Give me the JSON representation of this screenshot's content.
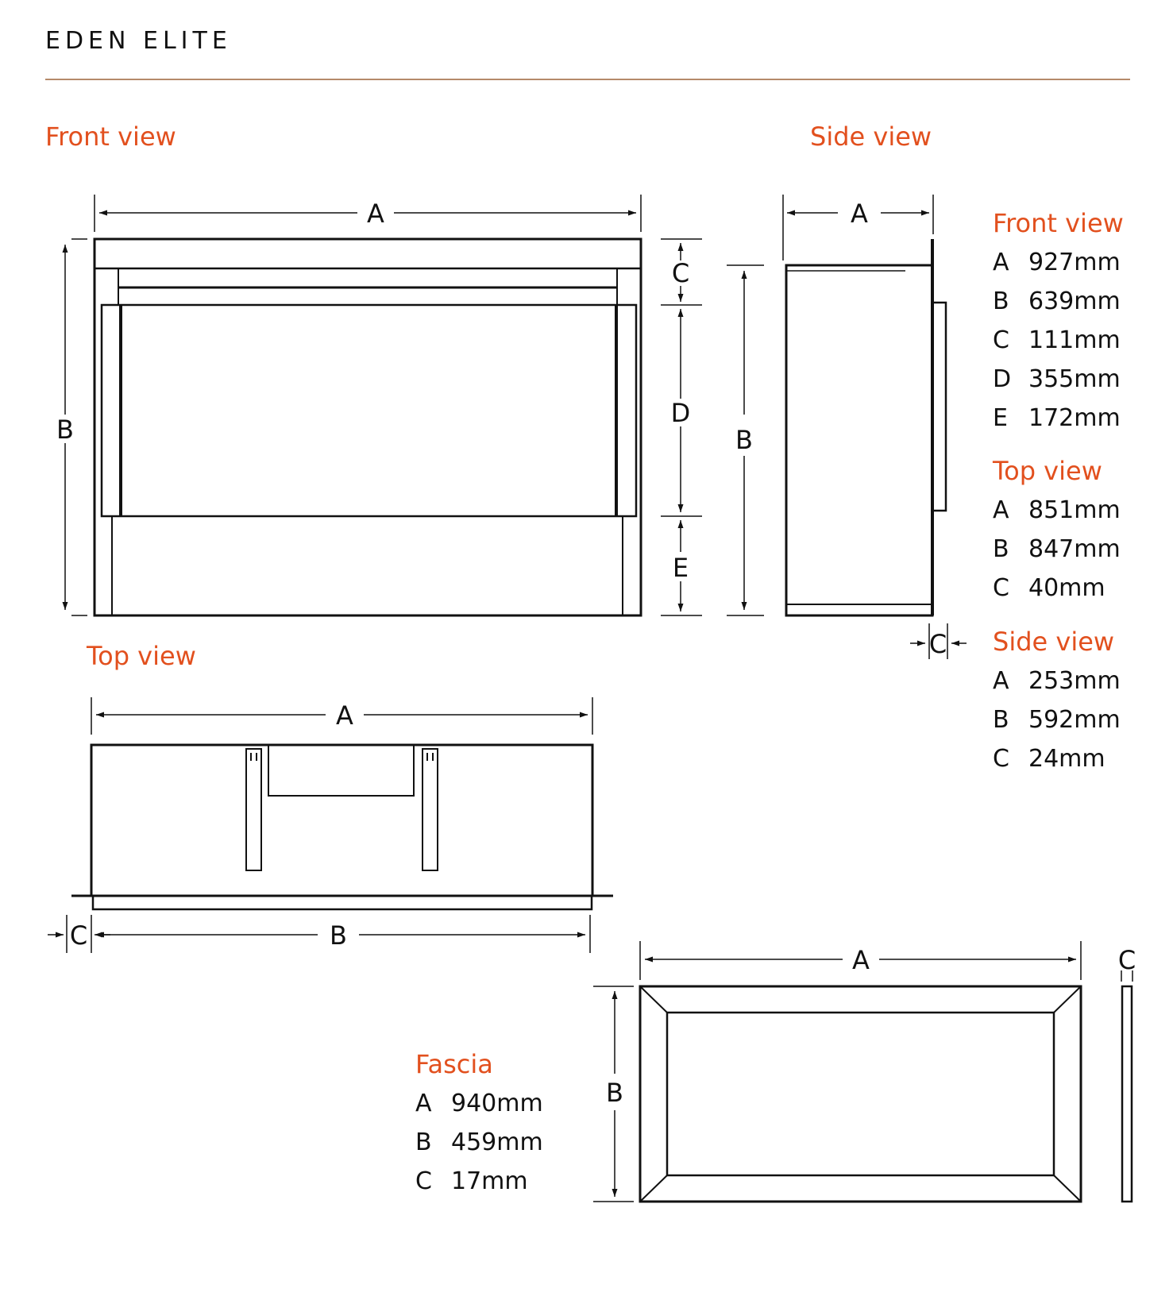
{
  "title": "EDEN ELITE",
  "headings": {
    "front_view": "Front view",
    "side_view": "Side view",
    "top_view": "Top view"
  },
  "dim_labels": {
    "a": "A",
    "b": "B",
    "c": "C",
    "d": "D",
    "e": "E"
  },
  "specs": {
    "front": {
      "heading": "Front view",
      "rows": [
        {
          "key": "A",
          "value": "927mm"
        },
        {
          "key": "B",
          "value": "639mm"
        },
        {
          "key": "C",
          "value": "111mm"
        },
        {
          "key": "D",
          "value": "355mm"
        },
        {
          "key": "E",
          "value": "172mm"
        }
      ]
    },
    "top": {
      "heading": "Top view",
      "rows": [
        {
          "key": "A",
          "value": "851mm"
        },
        {
          "key": "B",
          "value": "847mm"
        },
        {
          "key": "C",
          "value": "40mm"
        }
      ]
    },
    "side": {
      "heading": "Side view",
      "rows": [
        {
          "key": "A",
          "value": "253mm"
        },
        {
          "key": "B",
          "value": "592mm"
        },
        {
          "key": "C",
          "value": "24mm"
        }
      ]
    },
    "fascia": {
      "heading": "Fascia",
      "rows": [
        {
          "key": "A",
          "value": "940mm"
        },
        {
          "key": "B",
          "value": "459mm"
        },
        {
          "key": "C",
          "value": "17mm"
        }
      ]
    }
  },
  "colors": {
    "accent": "#e2501e",
    "rule": "#b58a6a",
    "ink": "#111111"
  }
}
